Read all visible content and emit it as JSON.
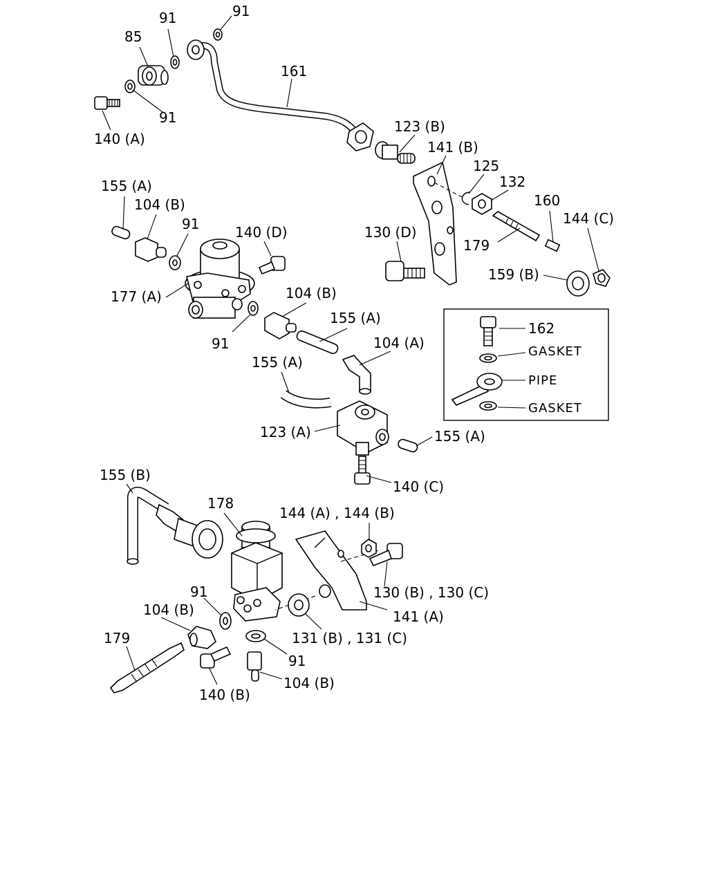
{
  "labels": {
    "l91_a": "91",
    "l91_b": "91",
    "l85": "85",
    "l91_c": "91",
    "l140A": "140 (A)",
    "l161": "161",
    "l123B": "123 (B)",
    "l141B": "141 (B)",
    "l125": "125",
    "l132": "132",
    "l160": "160",
    "l144C": "144 (C)",
    "l179_a": "179",
    "l159B": "159 (B)",
    "l130D": "130 (D)",
    "l155A_a": "155 (A)",
    "l104B_a": "104 (B)",
    "l91_d": "91",
    "l140D": "140 (D)",
    "l177A": "177 (A)",
    "l104B_b": "104 (B)",
    "l155A_b": "155 (A)",
    "l91_e": "91",
    "l104A": "104 (A)",
    "l155A_c": "155 (A)",
    "l123A": "123 (A)",
    "l155A_d": "155 (A)",
    "l140C": "140 (C)",
    "l155B": "155 (B)",
    "l178": "178",
    "l144AB": "144 (A) , 144 (B)",
    "l130BC": "130 (B) , 130 (C)",
    "l91_f": "91",
    "l104B_c": "104 (B)",
    "l141A": "141 (A)",
    "l179_b": "179",
    "l131BC": "131 (B) , 131 (C)",
    "l91_g": "91",
    "l104B_d": "104 (B)",
    "l140B": "140 (B)"
  },
  "inset": {
    "label_162": "162",
    "gasket_top": "GASKET",
    "pipe": "PIPE",
    "gasket_bottom": "GASKET"
  }
}
